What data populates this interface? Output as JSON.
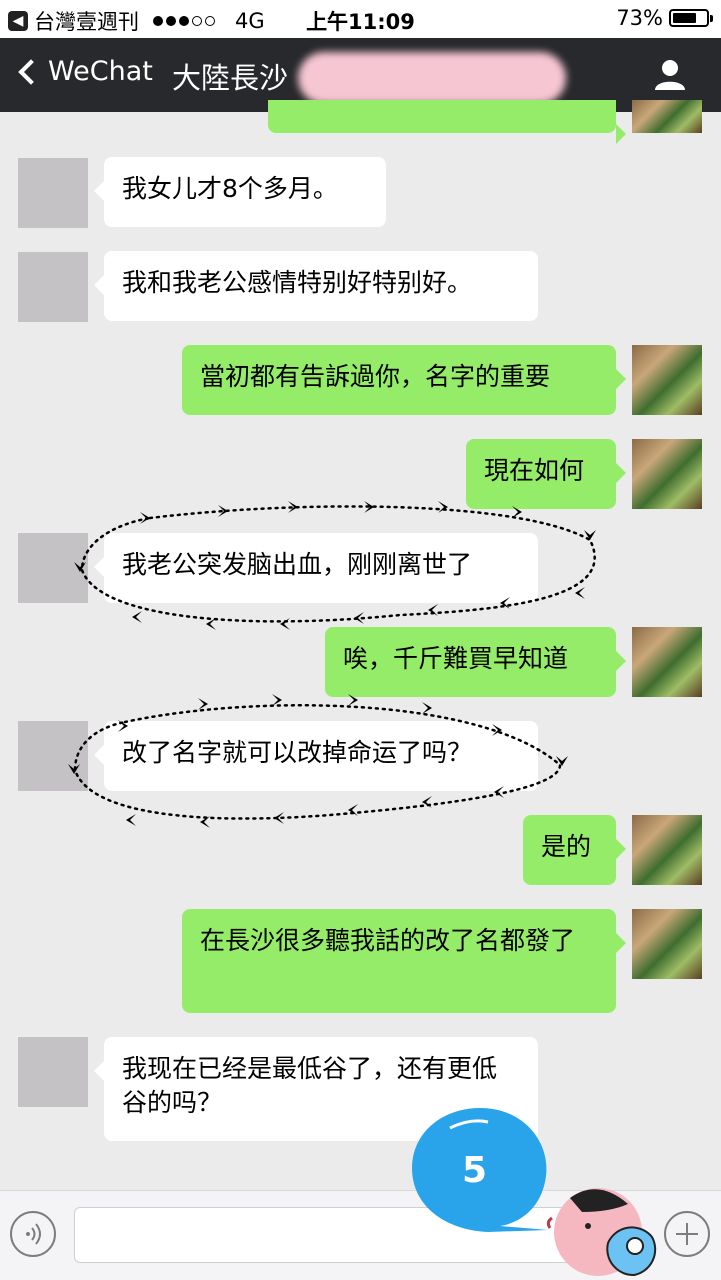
{
  "status_bar": {
    "carrier": "台灣壹週刊",
    "network": "4G",
    "time": "上午11:09",
    "battery": "73%",
    "battery_level": 0.73
  },
  "nav": {
    "back_label": "WeChat",
    "title": "大陸長沙"
  },
  "messages": [
    {
      "side": "in",
      "text": "我女儿才8个多月。"
    },
    {
      "side": "in",
      "text": "我和我老公感情特别好特别好。"
    },
    {
      "side": "out",
      "text": "當初都有告訴過你，名字的重要"
    },
    {
      "side": "out",
      "text": "現在如何"
    },
    {
      "side": "in",
      "text": "我老公突发脑出血，刚刚离世了"
    },
    {
      "side": "out",
      "text": "唉，千斤難買早知道"
    },
    {
      "side": "in",
      "text": "改了名字就可以改掉命运了吗？"
    },
    {
      "side": "out",
      "text": "是的"
    },
    {
      "side": "out",
      "text": "在長沙很多聽我話的改了名都發了"
    },
    {
      "side": "in",
      "text": "我现在已经是最低谷了，还有更低谷的吗？"
    }
  ],
  "sticker": {
    "number": "5"
  },
  "colors": {
    "nav_bg": "#27292c",
    "chat_bg": "#ebebeb",
    "out_bubble": "#95ec69",
    "in_bubble": "#ffffff",
    "sticker_blue": "#29a4ea"
  }
}
